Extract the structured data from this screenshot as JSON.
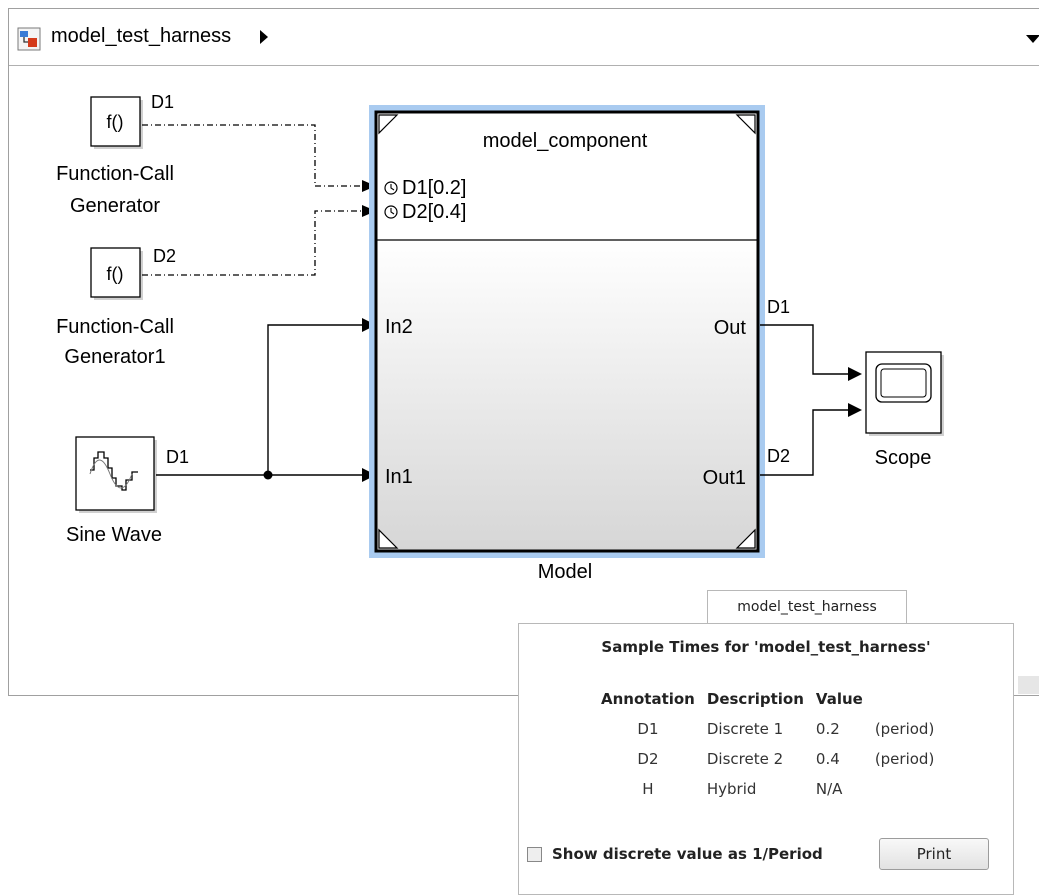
{
  "toolbar": {
    "breadcrumb": "model_test_harness"
  },
  "blocks": {
    "fcg1": {
      "glyph": "f()",
      "label_line1": "Function-Call",
      "label_line2": "Generator",
      "port_label": "D1"
    },
    "fcg2": {
      "glyph": "f()",
      "label_line1": "Function-Call",
      "label_line2": "Generator1",
      "port_label": "D2"
    },
    "sine": {
      "label": "Sine Wave",
      "port_label": "D1"
    },
    "model": {
      "title": "model_component",
      "caption": "Model",
      "trigger_ports": [
        "D1[0.2]",
        "D2[0.4]"
      ],
      "inputs": [
        "In2",
        "In1"
      ],
      "outputs": [
        "Out",
        "Out1"
      ],
      "output_signal_labels": [
        "D1",
        "D2"
      ]
    },
    "scope": {
      "label": "Scope"
    }
  },
  "legend": {
    "tab_label": "model_test_harness",
    "title": "Sample Times for 'model_test_harness'",
    "columns": [
      "Annotation",
      "Description",
      "Value"
    ],
    "rows": [
      {
        "annotation": "D1",
        "description": "Discrete 1",
        "value": "0.2",
        "note": "(period)"
      },
      {
        "annotation": "D2",
        "description": "Discrete 2",
        "value": "0.4",
        "note": "(period)"
      },
      {
        "annotation": "H",
        "description": "Hybrid",
        "value": "N/A",
        "note": ""
      }
    ],
    "checkbox_label": "Show discrete value as 1/Period",
    "checkbox_checked": false,
    "print_label": "Print"
  },
  "colors": {
    "model_highlight": "#a9cbf0",
    "model_fill_top": "#ffffff",
    "model_fill_bottom": "#dcdcdc",
    "model_icon_red": "#d43a1a",
    "model_icon_blue": "#3a7bd5"
  }
}
